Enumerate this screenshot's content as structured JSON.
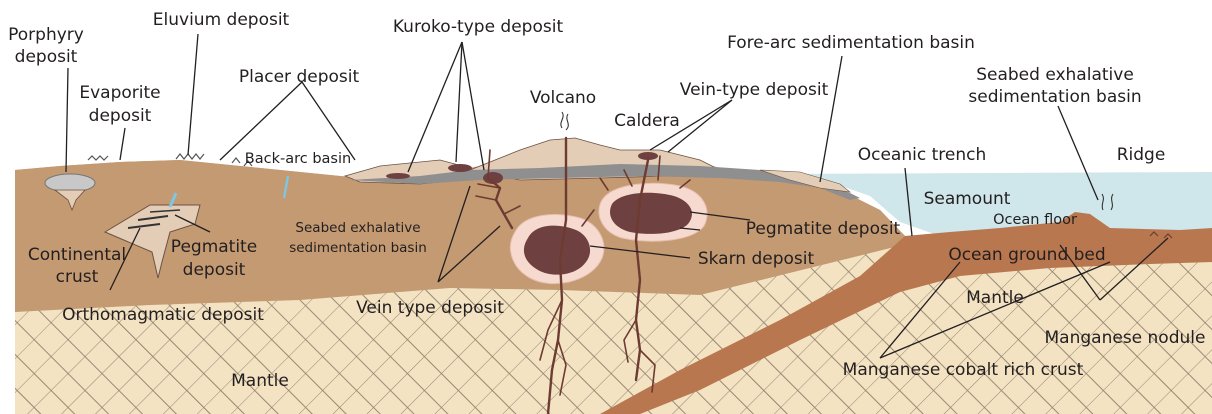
{
  "labels": {
    "porphyry_deposit": [
      "Porphyry",
      "deposit"
    ],
    "eluvium_deposit": "Eluvium deposit",
    "kuroko_deposit": "Kuroko-type deposit",
    "forearc_basin": "Fore-arc sedimentation basin",
    "seabed_exhalative_right": [
      "Seabed exhalative",
      "sedimentation basin"
    ],
    "evaporite_deposit": [
      "Evaporite",
      "deposit"
    ],
    "placer_deposit": "Placer deposit",
    "volcano": "Volcano",
    "vein_type_deposit_top": "Vein-type deposit",
    "caldera": "Caldera",
    "back_arc_basin": "Back-arc basin",
    "oceanic_trench": "Oceanic trench",
    "ridge": "Ridge",
    "seamount": "Seamount",
    "ocean_floor": "Ocean floor",
    "pegmatite_deposit_right": "Pegmatite deposit",
    "continental_crust": [
      "Continental",
      "crust"
    ],
    "pegmatite_deposit_left": [
      "Pegmatite",
      "deposit"
    ],
    "seabed_exhalative_left": [
      "Seabed exhalative",
      "sedimentation basin"
    ],
    "skarn_deposit": "Skarn deposit",
    "ocean_ground_bed": "Ocean ground bed",
    "mantle_right": "Mantle",
    "orthomagmatic_deposit": "Orthomagmatic deposit",
    "vein_type_deposit_bottom": "Vein type deposit",
    "manganese_nodule": "Manganese nodule",
    "manganese_cobalt_crust": "Manganese cobalt rich crust",
    "mantle_left": "Mantle"
  },
  "colors": {
    "crust": "#c49a72",
    "mantle": "#f3e3c3",
    "mantle_grid": "#8a7a66",
    "ocean": "#cfe6ea",
    "oceanic_plate": "#b8774f",
    "ore": "#6e4040",
    "skarn_halo": "#f6d9cf",
    "volcano": "#e3cdb7",
    "sediment_gray": "#8f8f8f",
    "water_blue": "#7fc6e0"
  }
}
